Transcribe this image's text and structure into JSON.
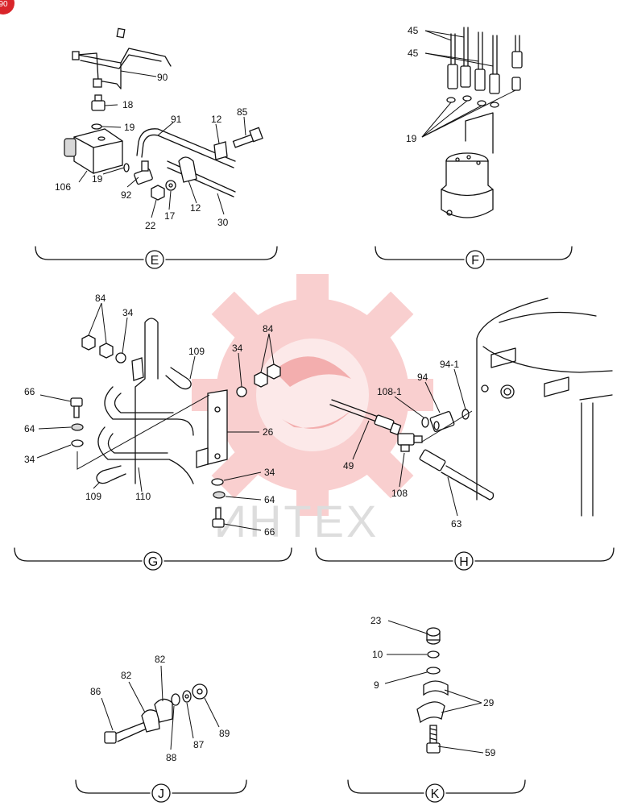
{
  "diagram": {
    "corner_badge": "90",
    "watermark": "ИНТЕХ",
    "sections": [
      "E",
      "F",
      "G",
      "H",
      "J",
      "K"
    ],
    "labels": {
      "e": [
        "90",
        "18",
        "19",
        "91",
        "12",
        "85",
        "106",
        "19",
        "92",
        "22",
        "17",
        "12",
        "30"
      ],
      "f": [
        "45",
        "45",
        "19"
      ],
      "g": [
        "84",
        "34",
        "109",
        "34",
        "84",
        "66",
        "64",
        "34",
        "26",
        "109",
        "110",
        "34",
        "64",
        "66"
      ],
      "h": [
        "94-1",
        "108-1",
        "94",
        "49",
        "108",
        "63"
      ],
      "j": [
        "82",
        "86",
        "82",
        "88",
        "87",
        "89"
      ],
      "k": [
        "23",
        "10",
        "9",
        "29",
        "59"
      ]
    }
  }
}
